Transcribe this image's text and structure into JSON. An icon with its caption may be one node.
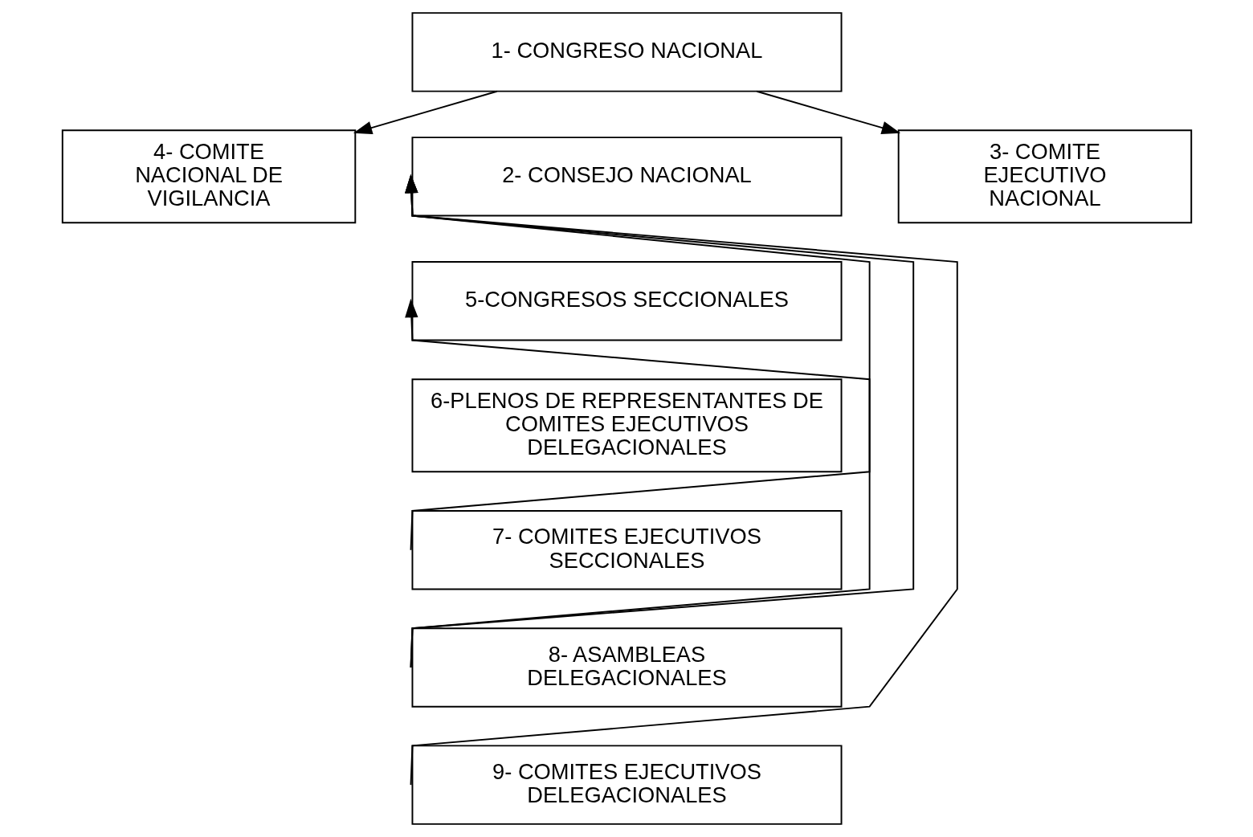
{
  "diagram": {
    "nodes": [
      {
        "text": [
          "1- CONGRESO NACIONAL"
        ]
      },
      {
        "text": [
          "2- CONSEJO NACIONAL"
        ]
      },
      {
        "text": [
          "4- COMITE NACIONAL DE VIGILANCIA"
        ]
      },
      {
        "text": [
          "3- COMITE EJECUTIVO NACIONAL"
        ]
      },
      {
        "text": [
          "5-CONGRESOS SECCIONALES"
        ]
      },
      {
        "text": [
          "6-PLENOS DE REPRESENTANTES DE COMITES EJECUTIVOS DELEGACIONALES"
        ]
      },
      {
        "text": [
          "7- COMITES EJECUTIVOS SECCIONALES"
        ]
      },
      {
        "text": [
          "8- ASAMBLEAS DELEGACIONALES"
        ]
      },
      {
        "text": [
          "9- COMITES EJECUTIVOS DELEGACIONALES"
        ]
      }
    ],
    "edges": [
      {
        "from": 0,
        "to": 2,
        "arrow": "to"
      },
      {
        "from": 0,
        "to": 3,
        "arrow": "to"
      },
      {
        "from": 8,
        "to": 1,
        "arrow": "to"
      },
      {
        "from": 7,
        "to": 1,
        "arrow": "to"
      },
      {
        "from": 7,
        "to": 4,
        "arrow": "to"
      },
      {
        "from": 6,
        "to": 1,
        "arrow": "to"
      }
    ]
  }
}
